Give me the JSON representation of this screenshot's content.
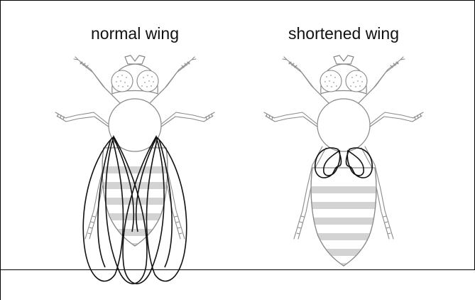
{
  "labels": {
    "left": "normal wing",
    "right": "shortened wing"
  },
  "colors": {
    "border": "#000000",
    "body_outline": "#888888",
    "abdomen_stripe": "#d3d3d3",
    "wing_outline": "#111111"
  },
  "flies": [
    {
      "name": "fly-normal-wing",
      "wing_type": "normal"
    },
    {
      "name": "fly-shortened-wing",
      "wing_type": "shortened"
    }
  ]
}
